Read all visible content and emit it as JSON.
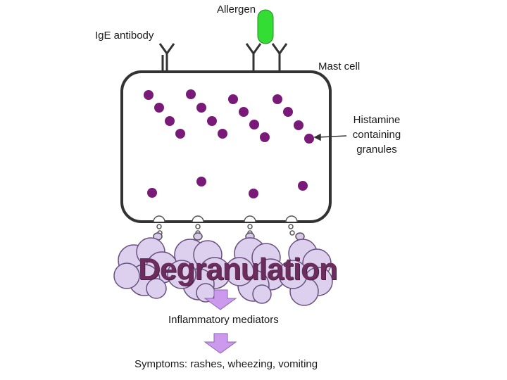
{
  "labels": {
    "allergen": "Allergen",
    "ige_antibody": "IgE antibody",
    "mast_cell": "Mast cell",
    "histamine": "Histamine containing granules",
    "degranulation": "Degranulation",
    "inflammatory": "Inflammatory mediators",
    "symptoms": "Symptoms: rashes, wheezing, vomiting"
  },
  "colors": {
    "granule": "#7a1a78",
    "allergen": "#33dd33",
    "cloud_fill": "#ddd0ee",
    "cloud_stroke": "#6a5080",
    "arrow_fill": "#cc99ee",
    "cell_stroke": "#333333",
    "degranulation_text": "#6b2d5e"
  }
}
